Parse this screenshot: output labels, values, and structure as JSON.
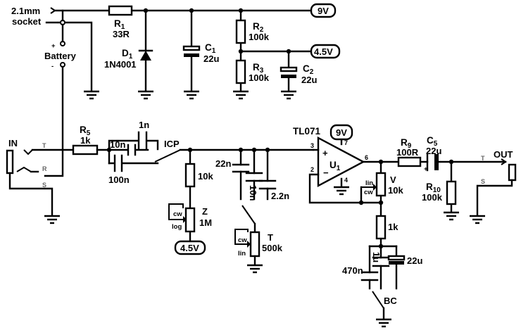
{
  "labels": {
    "socket": [
      "2.1mm",
      "socket"
    ],
    "battery": "Battery",
    "plus": "+",
    "minus": "-",
    "r1": "R1",
    "r1_val": "33R",
    "d1": "D1",
    "d1_val": "1N4001",
    "c1": "C1",
    "c1_val": "22u",
    "r2": "R2",
    "r2_val": "100k",
    "r3": "R3",
    "r3_val": "100k",
    "c2": "C2",
    "c2_val": "22u",
    "rail_9v": "9V",
    "rail_45v": "4.5V",
    "in": "IN",
    "jack_t": "T",
    "jack_r": "R",
    "jack_s": "S",
    "r5": "R5",
    "r5_val": "1k",
    "cap_1n": "1n",
    "cap_10n": "10n",
    "cap_100n": "100n",
    "icp": "ICP",
    "res_10k": "10k",
    "pot_z": "Z",
    "pot_z_val": "1M",
    "cw": "cw",
    "log": "log",
    "lin": "lin",
    "z_rail": "4.5V",
    "cap_22n": "22n",
    "cap_10n_b": "10n",
    "cap_22n2": "2.2n",
    "pot_t": "T",
    "pot_t_val": "500k",
    "opamp": "TL071",
    "u1": "U1",
    "opamp_rail": "9V",
    "pin3": "3",
    "pin2": "2",
    "pin6": "6",
    "pin7": "7",
    "pin4": "4",
    "in_plus": "+",
    "in_minus": "−",
    "r9": "R9",
    "r9_val": "100R",
    "c5": "C5",
    "c5_val": "22u",
    "c5_plus": "+",
    "pot_v": "V",
    "pot_v_val": "10k",
    "res_1k": "1k",
    "cap_1u": "1u",
    "cap_22u": "22u",
    "cap_470n": "470n",
    "bc": "BC",
    "r10": "R10",
    "r10_val": "100k",
    "out": "OUT",
    "out_t": "T",
    "out_s": "S"
  }
}
